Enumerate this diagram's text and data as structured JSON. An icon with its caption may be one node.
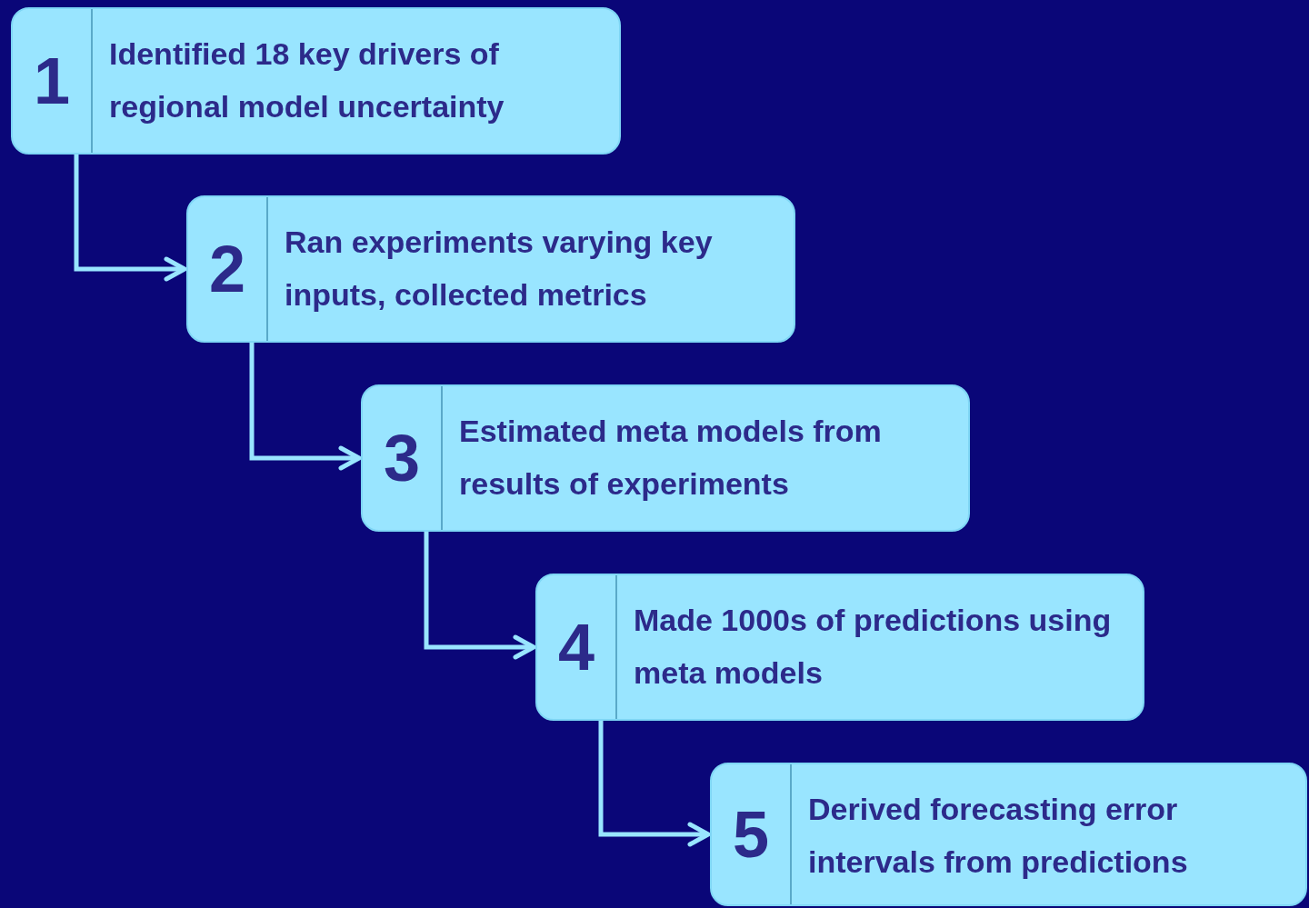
{
  "diagram": {
    "nodes": [
      {
        "text": [
          "1",
          "Identified 18 key drivers of regional model uncertainty"
        ]
      },
      {
        "text": [
          "2",
          "Ran experiments varying key inputs, collected metrics"
        ]
      },
      {
        "text": [
          "3",
          "Estimated meta models from results of experiments"
        ]
      },
      {
        "text": [
          "4",
          "Made 1000s of predictions using meta models"
        ]
      },
      {
        "text": [
          "5",
          "Derived forecasting error intervals from predictions"
        ]
      }
    ],
    "edges": [
      {
        "from": 0,
        "to": 1,
        "arrow": "to"
      },
      {
        "from": 1,
        "to": 2,
        "arrow": "to"
      },
      {
        "from": 2,
        "to": 3,
        "arrow": "to"
      },
      {
        "from": 3,
        "to": 4,
        "arrow": "to"
      }
    ]
  }
}
